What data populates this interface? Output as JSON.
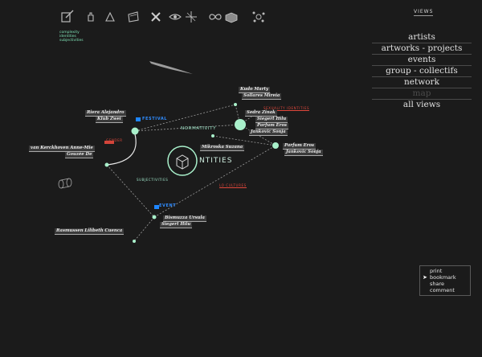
{
  "toolbar": {
    "icons": [
      "edit-icon",
      "hand-icon",
      "triangle-icon",
      "frame-icon",
      "cross-icon",
      "eye-icon",
      "star-burst-icon",
      "infinity-icon",
      "book-icon",
      "network-icon"
    ],
    "caption": [
      "complexity",
      "identities",
      "subjectivities"
    ]
  },
  "views": {
    "title": "VIEWS",
    "items": [
      {
        "label": "artists",
        "enabled": true
      },
      {
        "label": "artworks - projects",
        "enabled": true
      },
      {
        "label": "events",
        "enabled": true
      },
      {
        "label": "group - collectifs",
        "enabled": true
      },
      {
        "label": "network",
        "enabled": true
      },
      {
        "label": "map",
        "enabled": false
      },
      {
        "label": "all views",
        "enabled": true
      }
    ]
  },
  "actions": {
    "items": [
      "print",
      "bookmark",
      "share",
      "comment"
    ],
    "active": "bookmark"
  },
  "graph": {
    "center_label": "NTITIES",
    "tags": {
      "festival": "FESTIVAL",
      "normativity": "NORMATIVITY",
      "subjectivities": "SUBJECTIVITIES",
      "event": "EVENT",
      "red_top": "SEXUALITY IDENTITIES",
      "red_mid": "GENDER",
      "red_low": "LO CULTURES"
    },
    "names": {
      "kudo": "Kudo Marty",
      "sollares": "Sollares Mireia",
      "riera": "Riera Alejandro",
      "klub": "Klub Zwei",
      "sedra": "Sedra Zinak",
      "siegert": "Siegert Hilu",
      "parfum1": "Parfum Eros",
      "jankovic1": "Jankovic Sonja",
      "kerckhoven": "van Kerckhoven Anne-Mie",
      "gouzee": "Gouzée De",
      "mikroska": "Mikroska Suzana",
      "parfum2": "Parfum Eros",
      "jankovic2": "Jankovic Sonja",
      "bismuzza": "Bismuzza Ursula",
      "siegert2": "Siegert Hilu",
      "rasmussen": "Rasmussen Lilibeth Cuenca"
    }
  }
}
